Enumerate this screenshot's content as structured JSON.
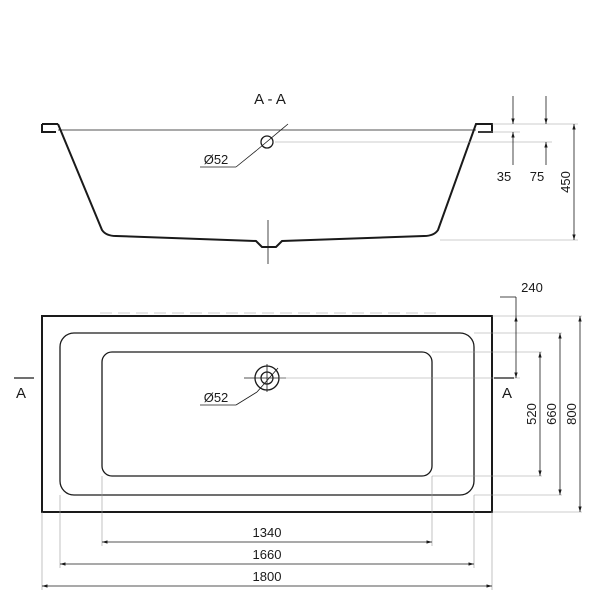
{
  "section": {
    "title": "A - A",
    "drain_label": "Ø52",
    "dim_35": "35",
    "dim_75": "75",
    "dim_450": "450"
  },
  "plan": {
    "drain_label": "Ø52",
    "section_marker_left": "A",
    "section_marker_right": "A",
    "dim_240": "240",
    "dim_520": "520",
    "dim_660": "660",
    "dim_800": "800",
    "dim_1340": "1340",
    "dim_1660": "1660",
    "dim_1800": "1800"
  },
  "colors": {
    "line": "#1a1a1a",
    "hairline": "#9a9a9a",
    "background": "#ffffff"
  }
}
